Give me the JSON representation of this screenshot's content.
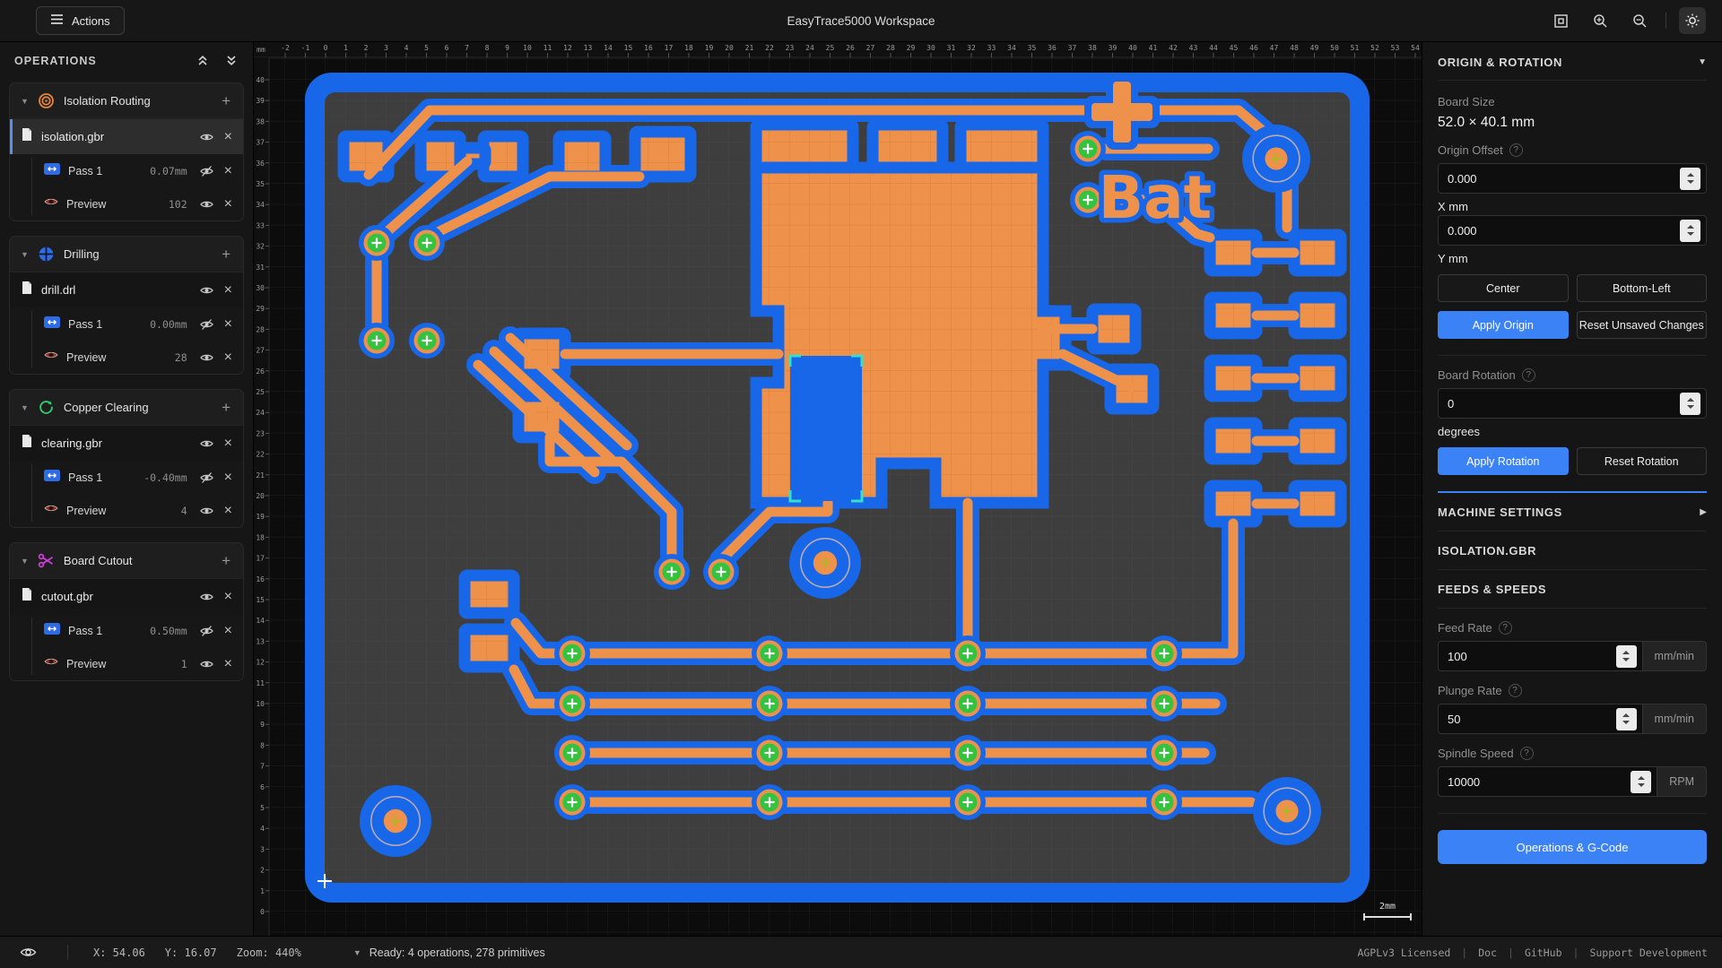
{
  "topbar": {
    "actions_label": "Actions",
    "title": "EasyTrace5000 Workspace"
  },
  "operations": {
    "title": "OPERATIONS",
    "groups": [
      {
        "label": "Isolation Routing",
        "icon": "isolation-routing-icon",
        "accent": "#e8833a",
        "file_name": "isolation.gbr",
        "selected": true,
        "pass_label": "Pass 1",
        "pass_value": "0.07mm",
        "preview_label": "Preview",
        "preview_count": "102"
      },
      {
        "label": "Drilling",
        "icon": "drilling-icon",
        "accent": "#3b82f6",
        "file_name": "drill.drl",
        "selected": false,
        "pass_label": "Pass 1",
        "pass_value": "0.00mm",
        "preview_label": "Preview",
        "preview_count": "28"
      },
      {
        "label": "Copper Clearing",
        "icon": "copper-clearing-icon",
        "accent": "#2ecc71",
        "file_name": "clearing.gbr",
        "selected": false,
        "pass_label": "Pass 1",
        "pass_value": "-0.40mm",
        "preview_label": "Preview",
        "preview_count": "4"
      },
      {
        "label": "Board Cutout",
        "icon": "board-cutout-icon",
        "accent": "#d43ee0",
        "file_name": "cutout.gbr",
        "selected": false,
        "pass_label": "Pass 1",
        "pass_value": "0.50mm",
        "preview_label": "Preview",
        "preview_count": "1"
      }
    ]
  },
  "canvas": {
    "ruler_unit": "mm",
    "ruler_top": {
      "start": -3,
      "end": 55
    },
    "ruler_left": {
      "start": -1,
      "end": 41
    },
    "scale_label": "2mm",
    "board_text": "Bat",
    "colors": {
      "copper": "#ee914b",
      "isolation_blue": "#1767e8",
      "substrate": "#3e3e3e",
      "drill_green": "#35c33f",
      "canvas_bg": "#0c0c0c"
    }
  },
  "origin_rotation": {
    "title": "ORIGIN & ROTATION",
    "board_size_label": "Board Size",
    "board_size_value": "52.0 × 40.1 mm",
    "origin_offset_label": "Origin Offset",
    "offset_x_value": "0.000",
    "offset_x_unit": "X mm",
    "offset_y_value": "0.000",
    "offset_y_unit": "Y mm",
    "center_button": "Center",
    "bottom_left_button": "Bottom-Left",
    "apply_origin_button": "Apply Origin",
    "reset_unsaved_button": "Reset Unsaved Changes",
    "board_rotation_label": "Board Rotation",
    "rotation_value": "0",
    "rotation_unit": "degrees",
    "apply_rotation_button": "Apply Rotation",
    "reset_rotation_button": "Reset Rotation"
  },
  "machine_settings": {
    "title": "MACHINE SETTINGS"
  },
  "file_section": {
    "title": "ISOLATION.GBR"
  },
  "feeds_speeds": {
    "title": "FEEDS & SPEEDS",
    "feed_rate_label": "Feed Rate",
    "feed_rate_value": "100",
    "feed_rate_unit": "mm/min",
    "plunge_rate_label": "Plunge Rate",
    "plunge_rate_value": "50",
    "plunge_rate_unit": "mm/min",
    "spindle_speed_label": "Spindle Speed",
    "spindle_speed_value": "10000",
    "spindle_speed_unit": "RPM"
  },
  "gcode_button_label": "Operations & G-Code",
  "statusbar": {
    "x_readout": "X: 54.06",
    "y_readout": "Y: 16.07",
    "zoom_readout": "Zoom: 440%",
    "ready_text": "Ready: 4 operations, 278 primitives",
    "links": [
      "AGPLv3 Licensed",
      "Doc",
      "GitHub",
      "Support Development"
    ]
  }
}
